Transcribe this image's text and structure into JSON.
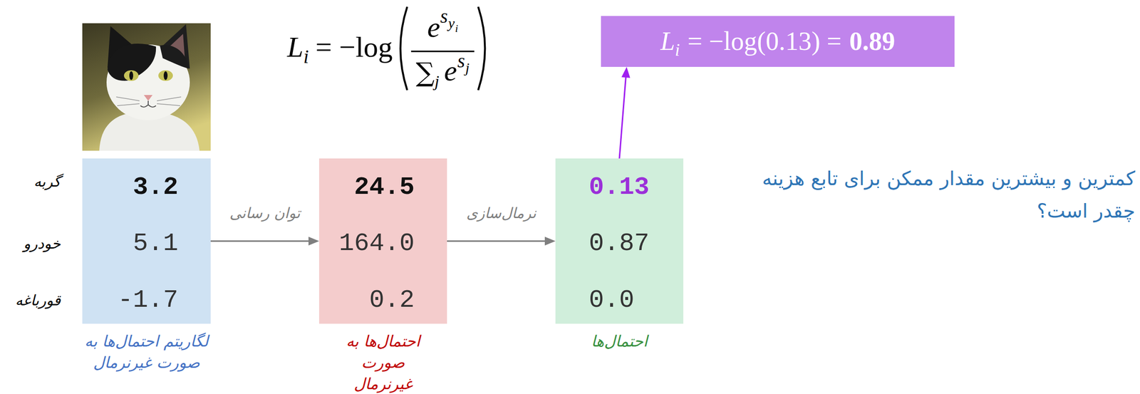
{
  "diagram": {
    "nodes": [
      {
        "text": [
          "L",
          "i",
          "= −log(0.13) =",
          "0.89"
        ]
      },
      {
        "text": [
          "3.2",
          "5.1",
          "-1.7",
          "لگاریتم احتمال‌ها به صورت غیرنرمال"
        ]
      },
      {
        "text": [
          "24.5",
          "164.0",
          "0.2",
          "احتمال‌ها به صورت غیرنرمال"
        ]
      },
      {
        "text": [
          "0.13",
          "0.87",
          "0.0",
          "احتمال‌ها"
        ]
      }
    ],
    "edges": [
      {
        "from": 1,
        "to": 2,
        "arrow": "to",
        "label": "توان رسانی"
      },
      {
        "from": 2,
        "to": 3,
        "arrow": "to",
        "label": "نرمال‌سازی"
      },
      {
        "from": 3,
        "to": 0,
        "arrow": "to"
      }
    ],
    "labels": [
      "L",
      "i",
      "= −log",
      "e",
      "s",
      "y",
      "i",
      "∑",
      "j",
      "e",
      "s",
      "j",
      "گربه",
      "خودرو",
      "قورباغه",
      "کمترین و بیشترین مقدار ممکن برای تابع هزینه چقدر است؟"
    ]
  }
}
